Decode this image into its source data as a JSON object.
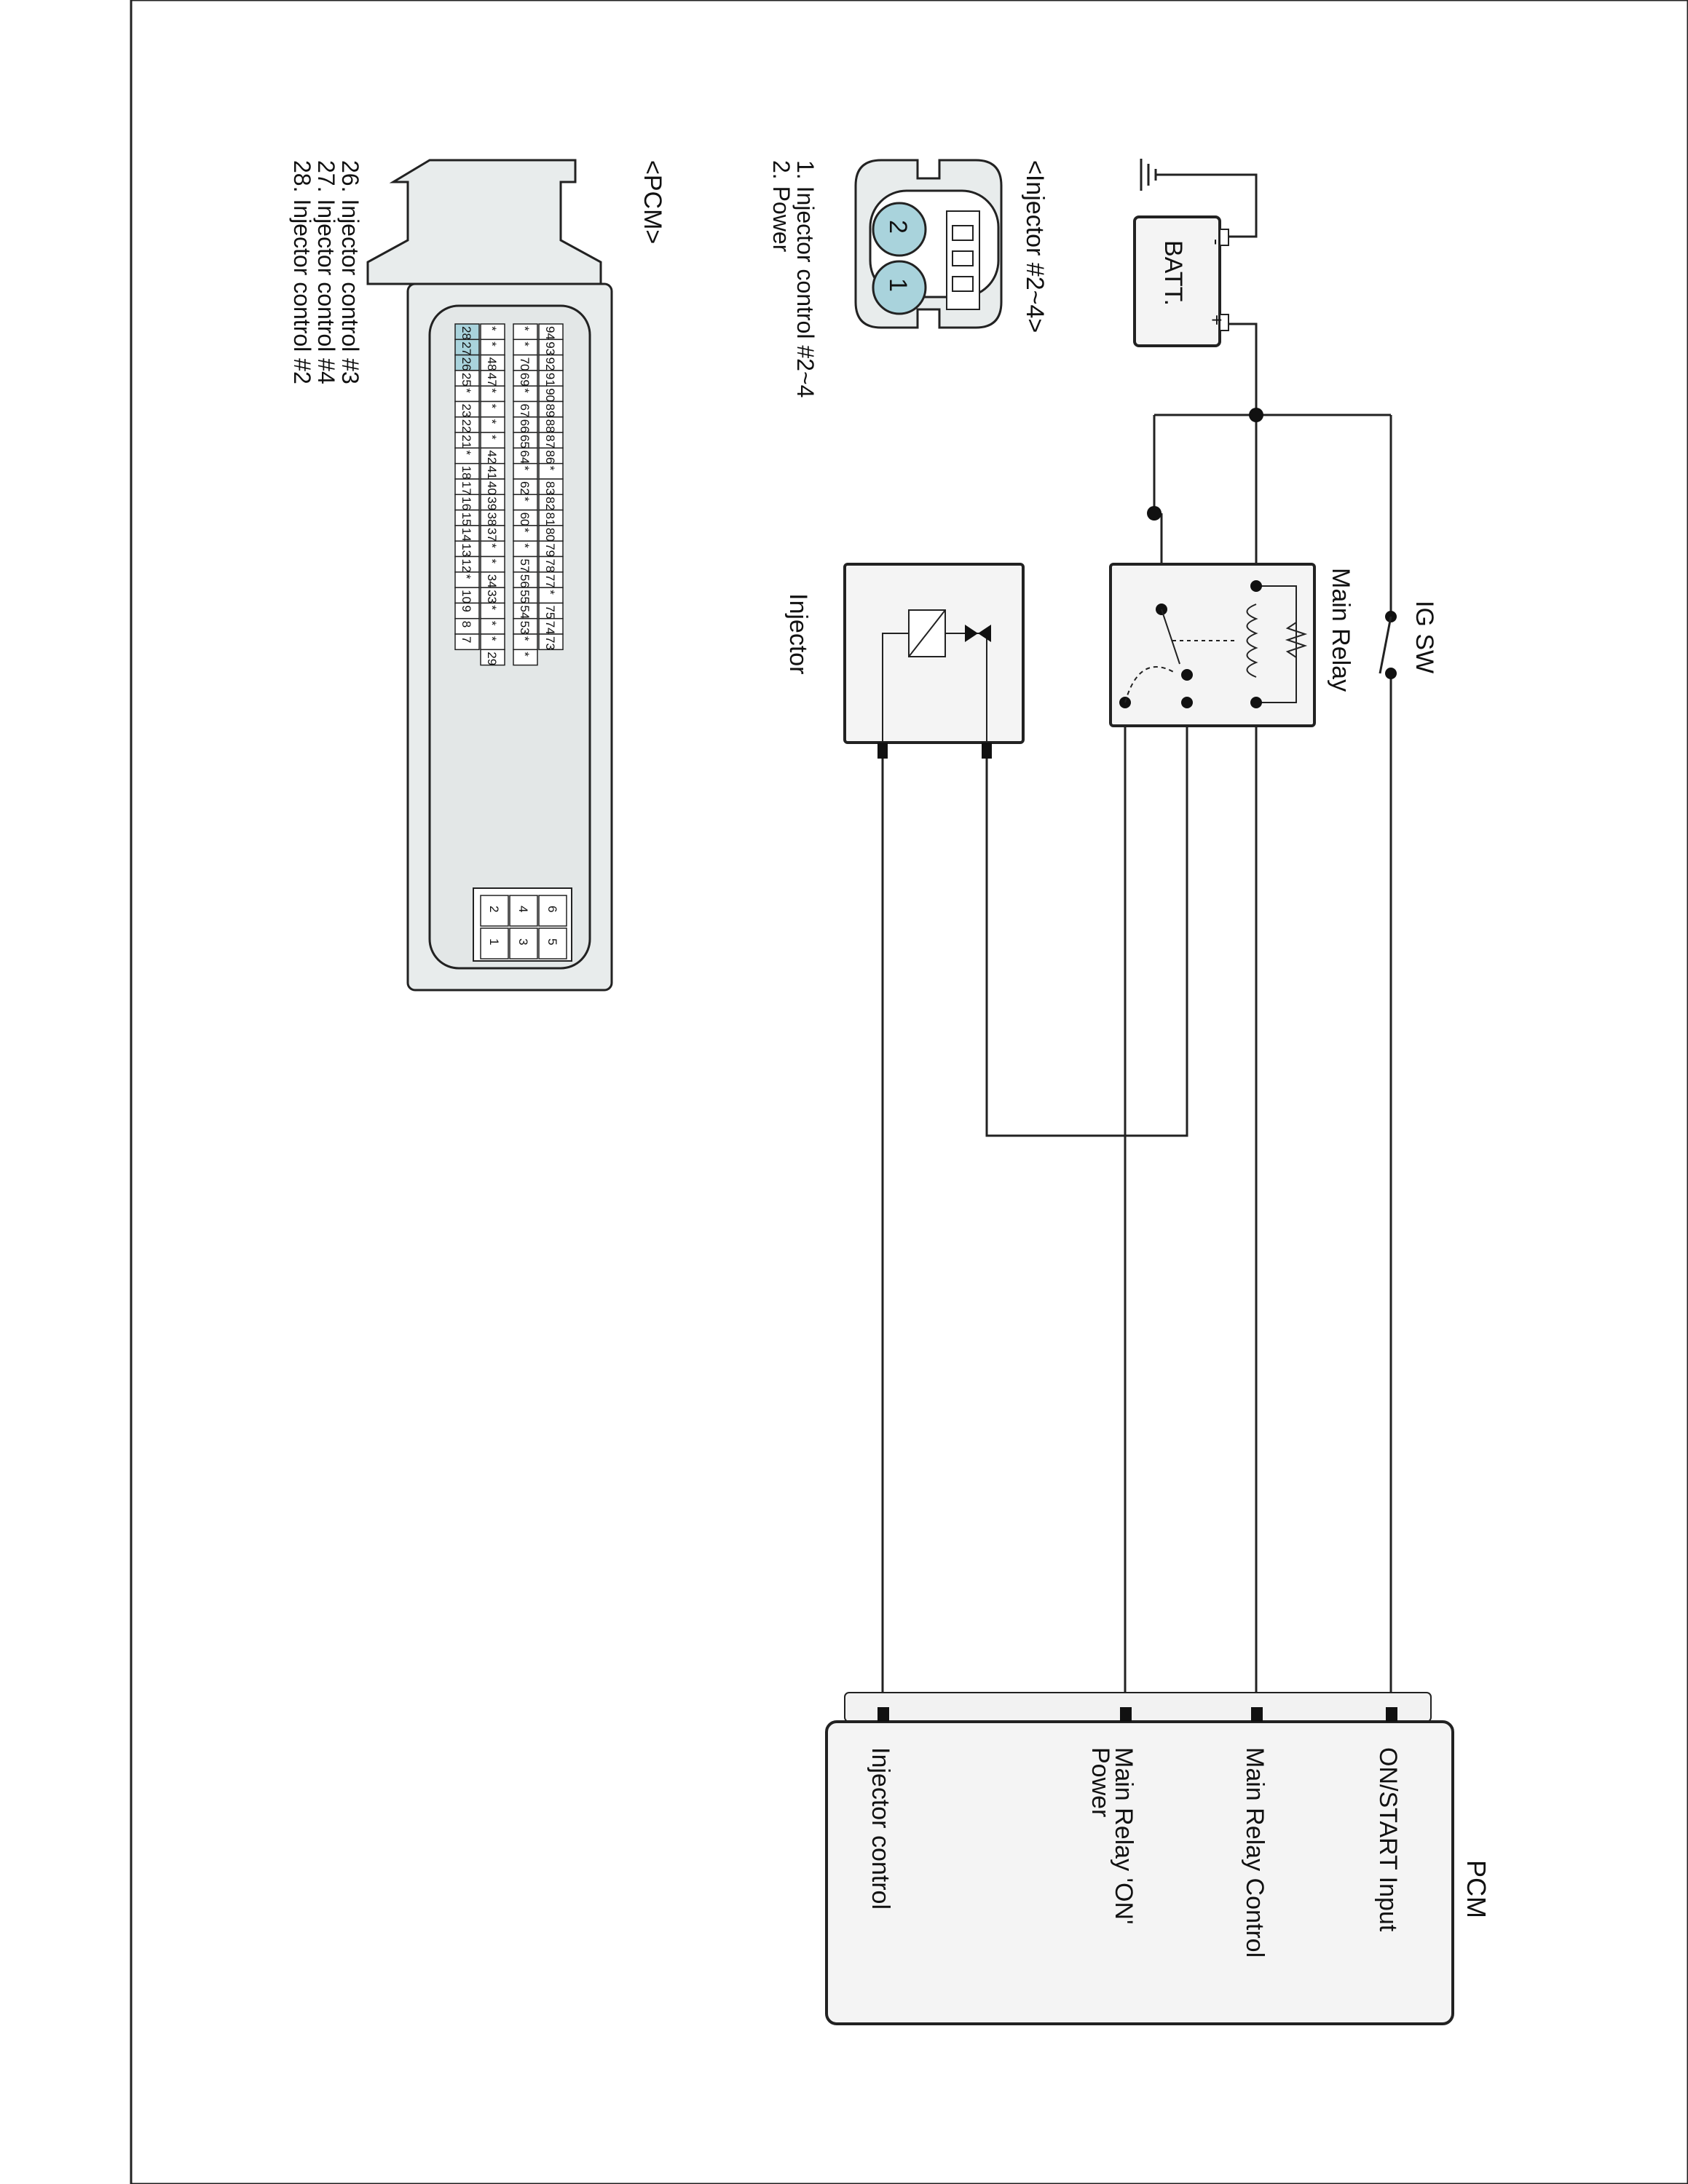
{
  "batt_label": "BATT.",
  "ig_sw_label": "IG SW",
  "main_relay_label": "Main Relay",
  "injector_label": "Injector",
  "pcm_block": {
    "title": "PCM",
    "terminals": [
      "ON/START Input",
      "Main Relay Control",
      "Main Relay 'ON'",
      "Power",
      "Injector control"
    ]
  },
  "injector_connector": {
    "title": "<Injector #2~4>",
    "legend": [
      "1. Injector control #2~4",
      "2. Power"
    ],
    "pins": [
      "2",
      "1"
    ]
  },
  "pcm_connector": {
    "title": "<PCM>",
    "legend": [
      "26. Injector control #3",
      "27. Injector control #4",
      "28. Injector control #2"
    ],
    "rows": [
      [
        "94",
        "93",
        "92",
        "91",
        "90",
        "89",
        "88",
        "87",
        "86",
        "*",
        "83",
        "82",
        "81",
        "80",
        "79",
        "78",
        "77",
        "*",
        "75",
        "74",
        "73"
      ],
      [
        "*",
        "*",
        "70",
        "69",
        "*",
        "67",
        "66",
        "65",
        "64",
        "*",
        "62",
        "*",
        "60",
        "*",
        "*",
        "57",
        "56",
        "55",
        "54",
        "53",
        "*",
        "*"
      ],
      [
        "*",
        "*",
        "48",
        "47",
        "*",
        "*",
        "*",
        "*",
        "42",
        "41",
        "40",
        "39",
        "38",
        "37",
        "*",
        "*",
        "34",
        "33",
        "*",
        "*",
        "*",
        "29"
      ],
      [
        "28",
        "27",
        "26",
        "25",
        "*",
        "23",
        "22",
        "21",
        "*",
        "18",
        "17",
        "16",
        "15",
        "14",
        "13",
        "12",
        "*",
        "10",
        "9",
        "8",
        "7"
      ]
    ],
    "power_pins": [
      "6",
      "5",
      "4",
      "3",
      "2",
      "1"
    ],
    "highlight_color": "#a9d3dc"
  },
  "colors": {
    "connector_fill": "#e8ecec",
    "pin_fill": "#a9d3dc",
    "wire": "#222222"
  }
}
